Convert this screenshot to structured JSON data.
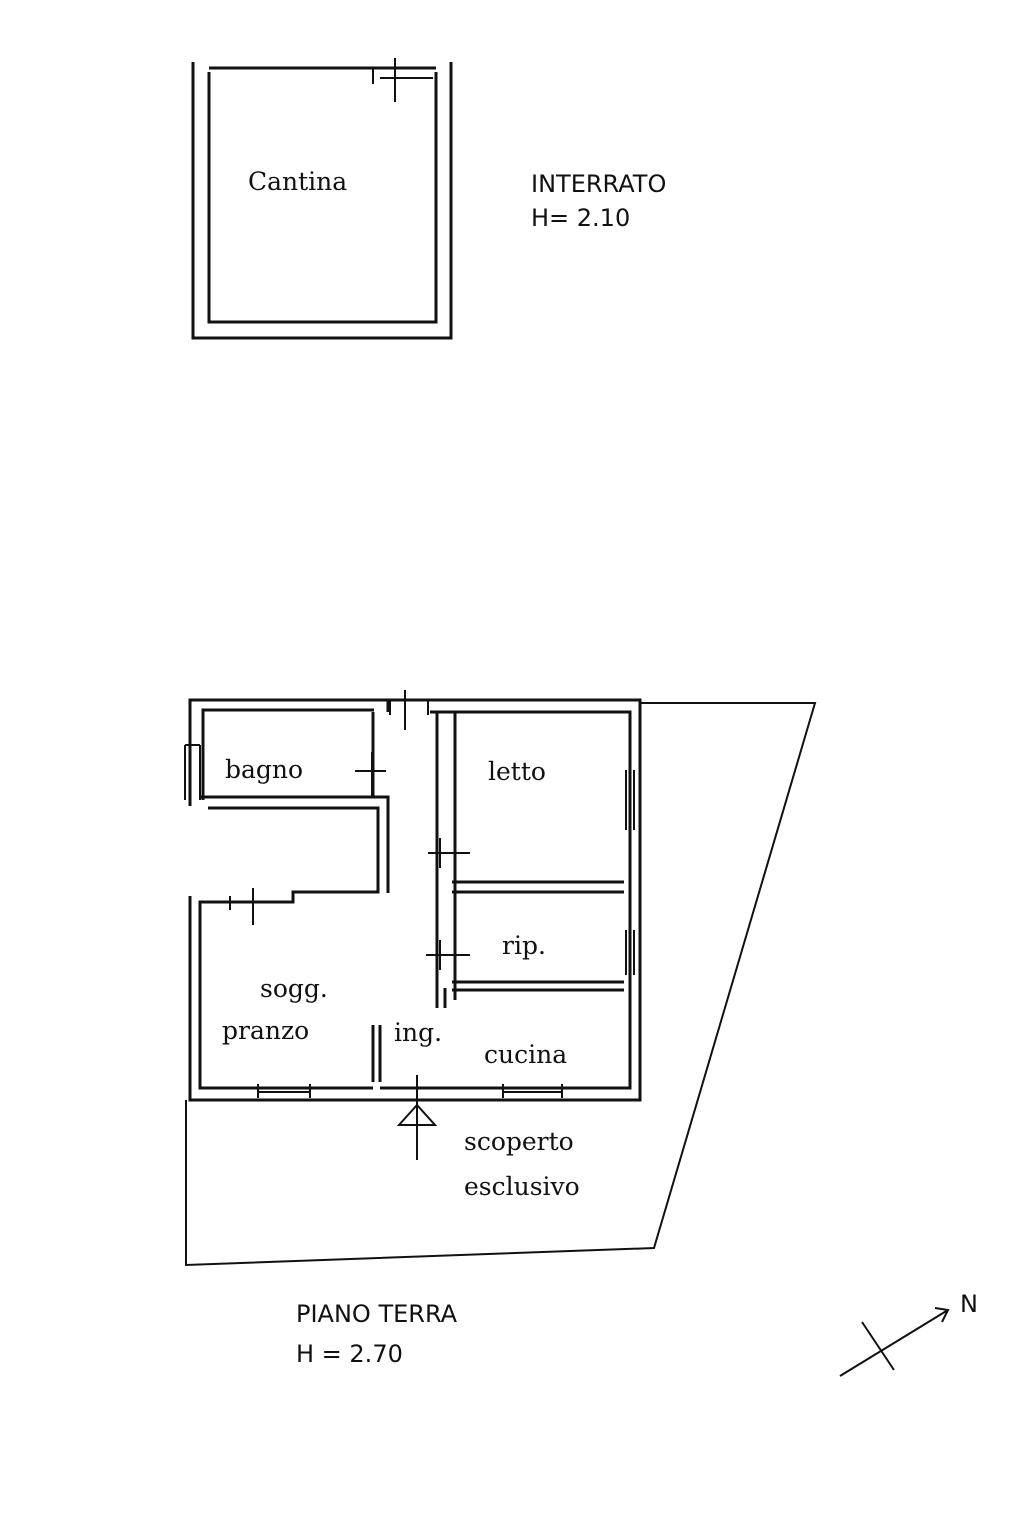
{
  "basement": {
    "room": "Cantina",
    "title": "INTERRATO",
    "height": "H= 2.10"
  },
  "ground_floor": {
    "rooms": {
      "bathroom": "bagno",
      "bedroom": "letto",
      "storage": "rip.",
      "living_1": "sogg.",
      "living_2": "pranzo",
      "entrance": "ing.",
      "kitchen": "cucina"
    },
    "yard_1": "scoperto",
    "yard_2": "esclusivo",
    "title": "PIANO TERRA",
    "height": "H = 2.70"
  },
  "compass": {
    "label": "N"
  }
}
